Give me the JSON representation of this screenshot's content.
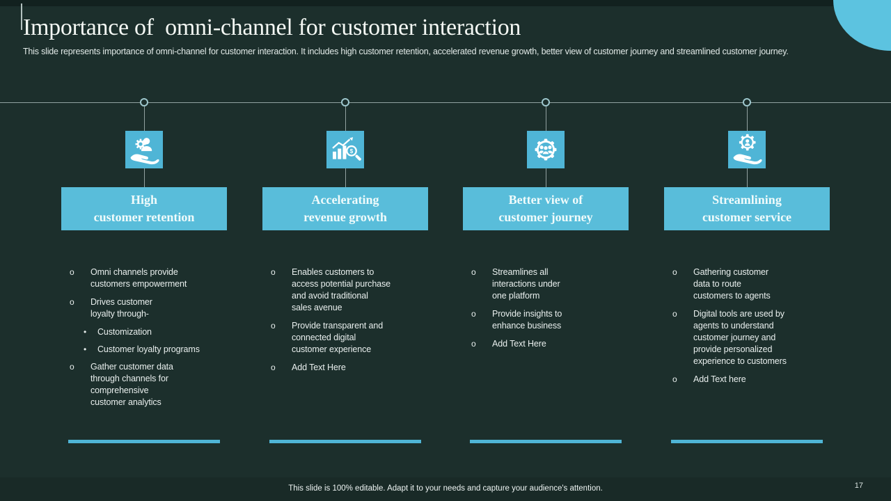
{
  "slide": {
    "title": "Importance of  omni-channel for customer interaction",
    "subtitle": "This slide represents importance of omni-channel for customer interaction. It includes high customer retention, accelerated revenue growth, better view of customer journey and streamlined customer journey.",
    "footer_note": "This slide is 100% editable. Adapt it to your needs and capture your audience's attention.",
    "page_number": "17"
  },
  "colors": {
    "background": "#1c2f2c",
    "accent_blue": "#4fb5d6",
    "header_blue": "#59bdda",
    "blob_blue": "#5cc3e0",
    "connector_gray": "#b9c9c8"
  },
  "columns": [
    {
      "icon": "customer-retention-icon",
      "header": "High\ncustomer retention",
      "bullets": [
        {
          "marker": "o",
          "text": "Omni channels provide\ncustomers empowerment"
        },
        {
          "marker": "o",
          "text": "Drives customer\nloyalty through-"
        },
        {
          "marker": "•",
          "text": "Customization"
        },
        {
          "marker": "•",
          "text": "Customer loyalty programs"
        },
        {
          "marker": "o",
          "text": "Gather customer data\nthrough channels for\ncomprehensive\ncustomer analytics"
        }
      ]
    },
    {
      "icon": "revenue-growth-icon",
      "header": "Accelerating\nrevenue growth",
      "bullets": [
        {
          "marker": "o",
          "text": "Enables customers to\naccess potential purchase\nand avoid traditional\nsales avenue"
        },
        {
          "marker": "o",
          "text": "Provide transparent and\nconnected digital\ncustomer experience"
        },
        {
          "marker": "o",
          "text": "Add Text Here"
        }
      ]
    },
    {
      "icon": "customer-journey-icon",
      "header": "Better view of\ncustomer journey",
      "bullets": [
        {
          "marker": "o",
          "text": "Streamlines all\ninteractions under\none platform"
        },
        {
          "marker": "o",
          "text": "Provide insights to\nenhance business"
        },
        {
          "marker": "o",
          "text": "Add Text Here"
        }
      ]
    },
    {
      "icon": "customer-service-icon",
      "header": "Streamlining\ncustomer service",
      "bullets": [
        {
          "marker": "o",
          "text": "Gathering customer\ndata to route\ncustomers to agents"
        },
        {
          "marker": "o",
          "text": "Digital tools are used by\nagents to understand\ncustomer journey and\nprovide personalized\nexperience to customers"
        },
        {
          "marker": "o",
          "text": "Add Text here"
        }
      ]
    }
  ]
}
